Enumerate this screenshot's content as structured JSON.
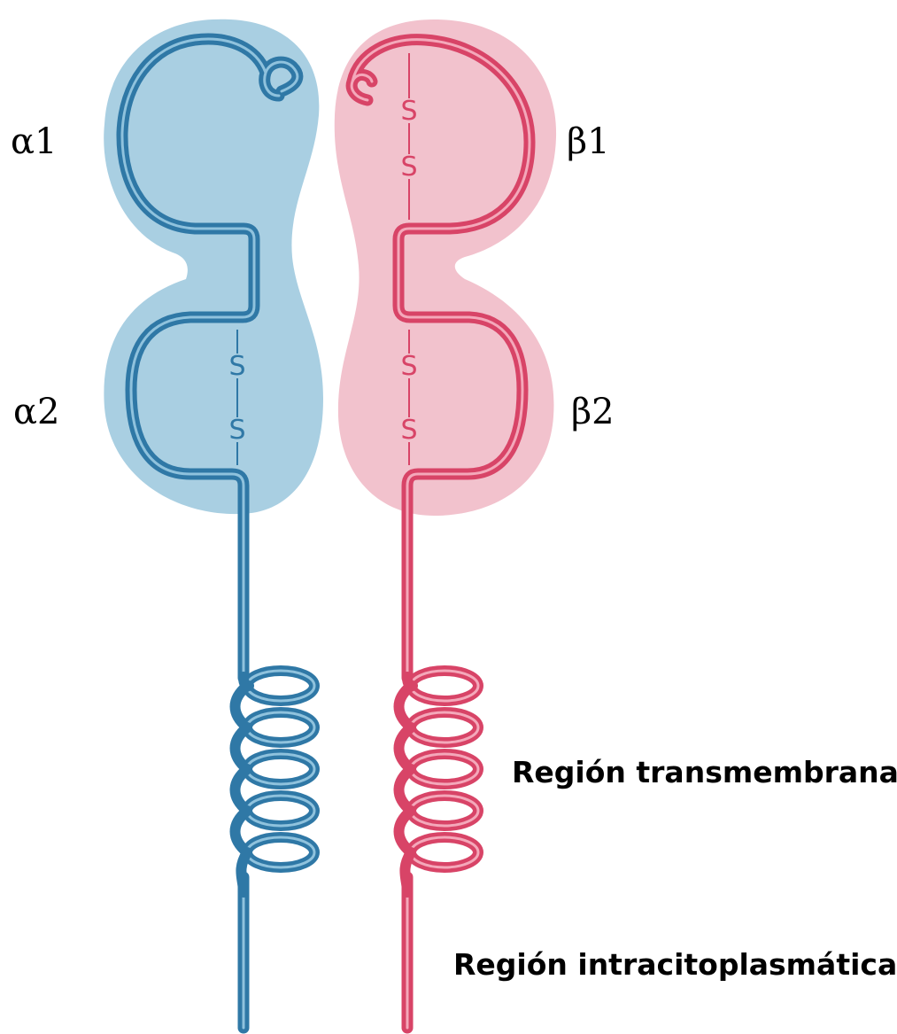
{
  "labels": {
    "alpha1": "α1",
    "alpha2": "α2",
    "beta1": "β1",
    "beta2": "β2",
    "transmembrane": "Región transmembrana",
    "intracytoplasmic": "Región intracitoplasmática"
  },
  "disulfide": {
    "letter": "S"
  },
  "colors": {
    "alpha_fill": "#a9cfe2",
    "alpha_chain": "#2f78a6",
    "alpha_chain_light": "#8fc2dd",
    "beta_fill": "#f2c2cd",
    "beta_chain": "#d84467",
    "beta_chain_light": "#f4a8ba"
  }
}
